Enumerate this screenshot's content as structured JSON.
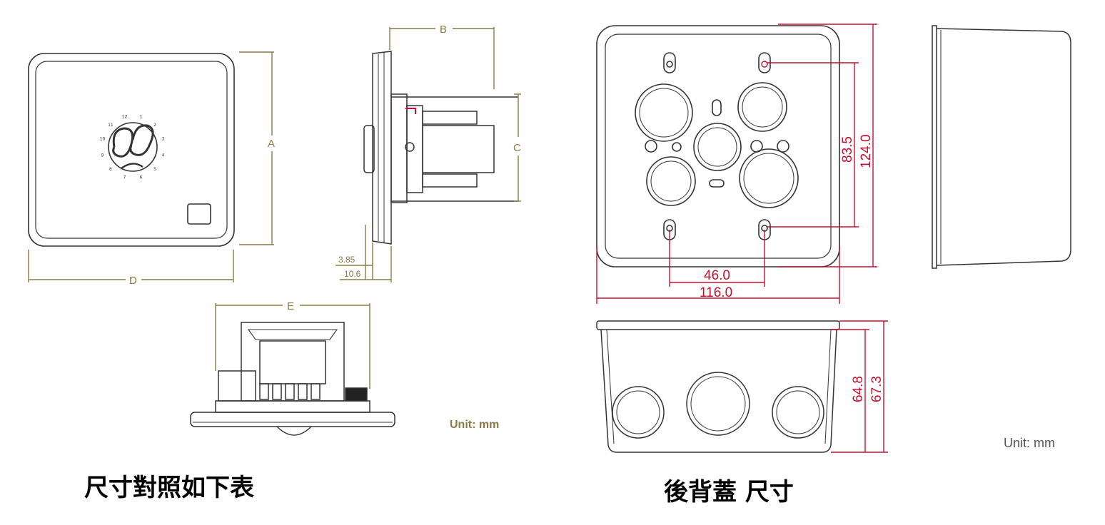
{
  "captions": {
    "dimension_table": "尺寸對照如下表",
    "back_cover_dimensions": "後背蓋 尺寸"
  },
  "front_view": {
    "dial_numbers": [
      "1",
      "2",
      "3",
      "4",
      "5",
      "6",
      "7",
      "8",
      "9",
      "10",
      "11",
      "12"
    ],
    "label_A": "A",
    "label_D": "D"
  },
  "side_view": {
    "label_B": "B",
    "label_C": "C",
    "dim_small_1": "3.85",
    "dim_small_2": "10.6"
  },
  "bottom_view": {
    "label_E": "E",
    "unit": "Unit: mm"
  },
  "back_cover": {
    "dim_hole_spacing_h": "46.0",
    "dim_width": "116.0",
    "dim_hole_spacing_v": "83.5",
    "dim_height": "124.0",
    "dim_depth_inner": "64.8",
    "dim_depth_outer": "67.3",
    "unit": "Unit: mm"
  },
  "colors": {
    "outline": "#333333",
    "gold_dimension": "#8a7a45",
    "red_dimension": "#c8102e"
  }
}
